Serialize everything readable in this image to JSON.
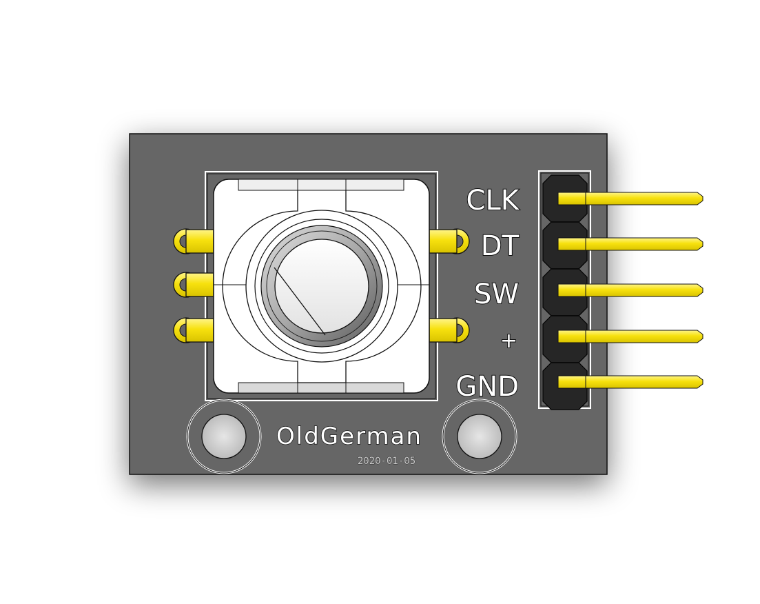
{
  "board": {
    "brand": "OldGerman",
    "date": "2020-01-05",
    "pcb_color": "#666666",
    "gold_color": "#f7e10e",
    "header_color": "#2a2a2a",
    "pin_labels": [
      "CLK",
      "DT",
      "SW",
      "+",
      "GND"
    ]
  }
}
